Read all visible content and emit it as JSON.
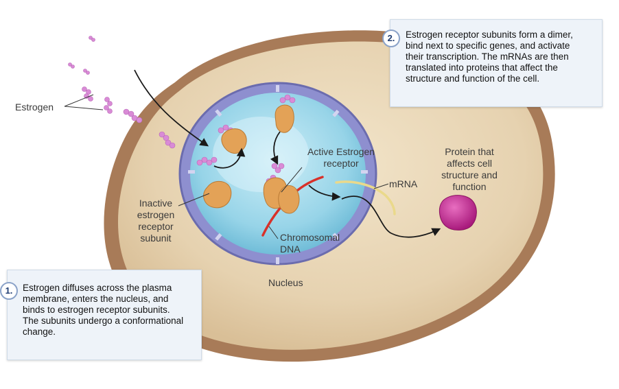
{
  "labels": {
    "estrogen": "Estrogen",
    "active_receptor": [
      "Active Estrogen",
      "receptor"
    ],
    "mrna": "mRNA",
    "protein": [
      "Protein that",
      "affects cell",
      "structure and",
      "function"
    ],
    "inactive_receptor": [
      "Inactive",
      "estrogen",
      "receptor",
      "subunit"
    ],
    "chromosomal_dna": [
      "Chromosomal",
      "DNA"
    ],
    "nucleus": "Nucleus"
  },
  "steps": [
    {
      "number": "1.",
      "lines": [
        "Estrogen diffuses across the plasma",
        "membrane, enters the nucleus, and",
        "binds to estrogen receptor subunits.",
        "The subunits undergo a conformational",
        "change."
      ]
    },
    {
      "number": "2.",
      "lines": [
        "Estrogen receptor subunits form a dimer,",
        "bind next to specific genes, and activate",
        "their transcription. The mRNAs are then",
        "translated into proteins that affect the",
        "structure and function of the cell."
      ]
    }
  ],
  "colors": {
    "cytoplasm": "#e6d2b0",
    "membrane": "#a87b58",
    "nucleus": "#8fd0e6",
    "nuclear_envelope": "#7e7fbf",
    "receptor": "#e3a257",
    "estrogen": "#d98bd6",
    "dna": "#d8312a",
    "mrna": "#ead98b",
    "protein": "#c0258f",
    "arrow": "#1a1a1a",
    "step_box": "#eef3f9"
  }
}
